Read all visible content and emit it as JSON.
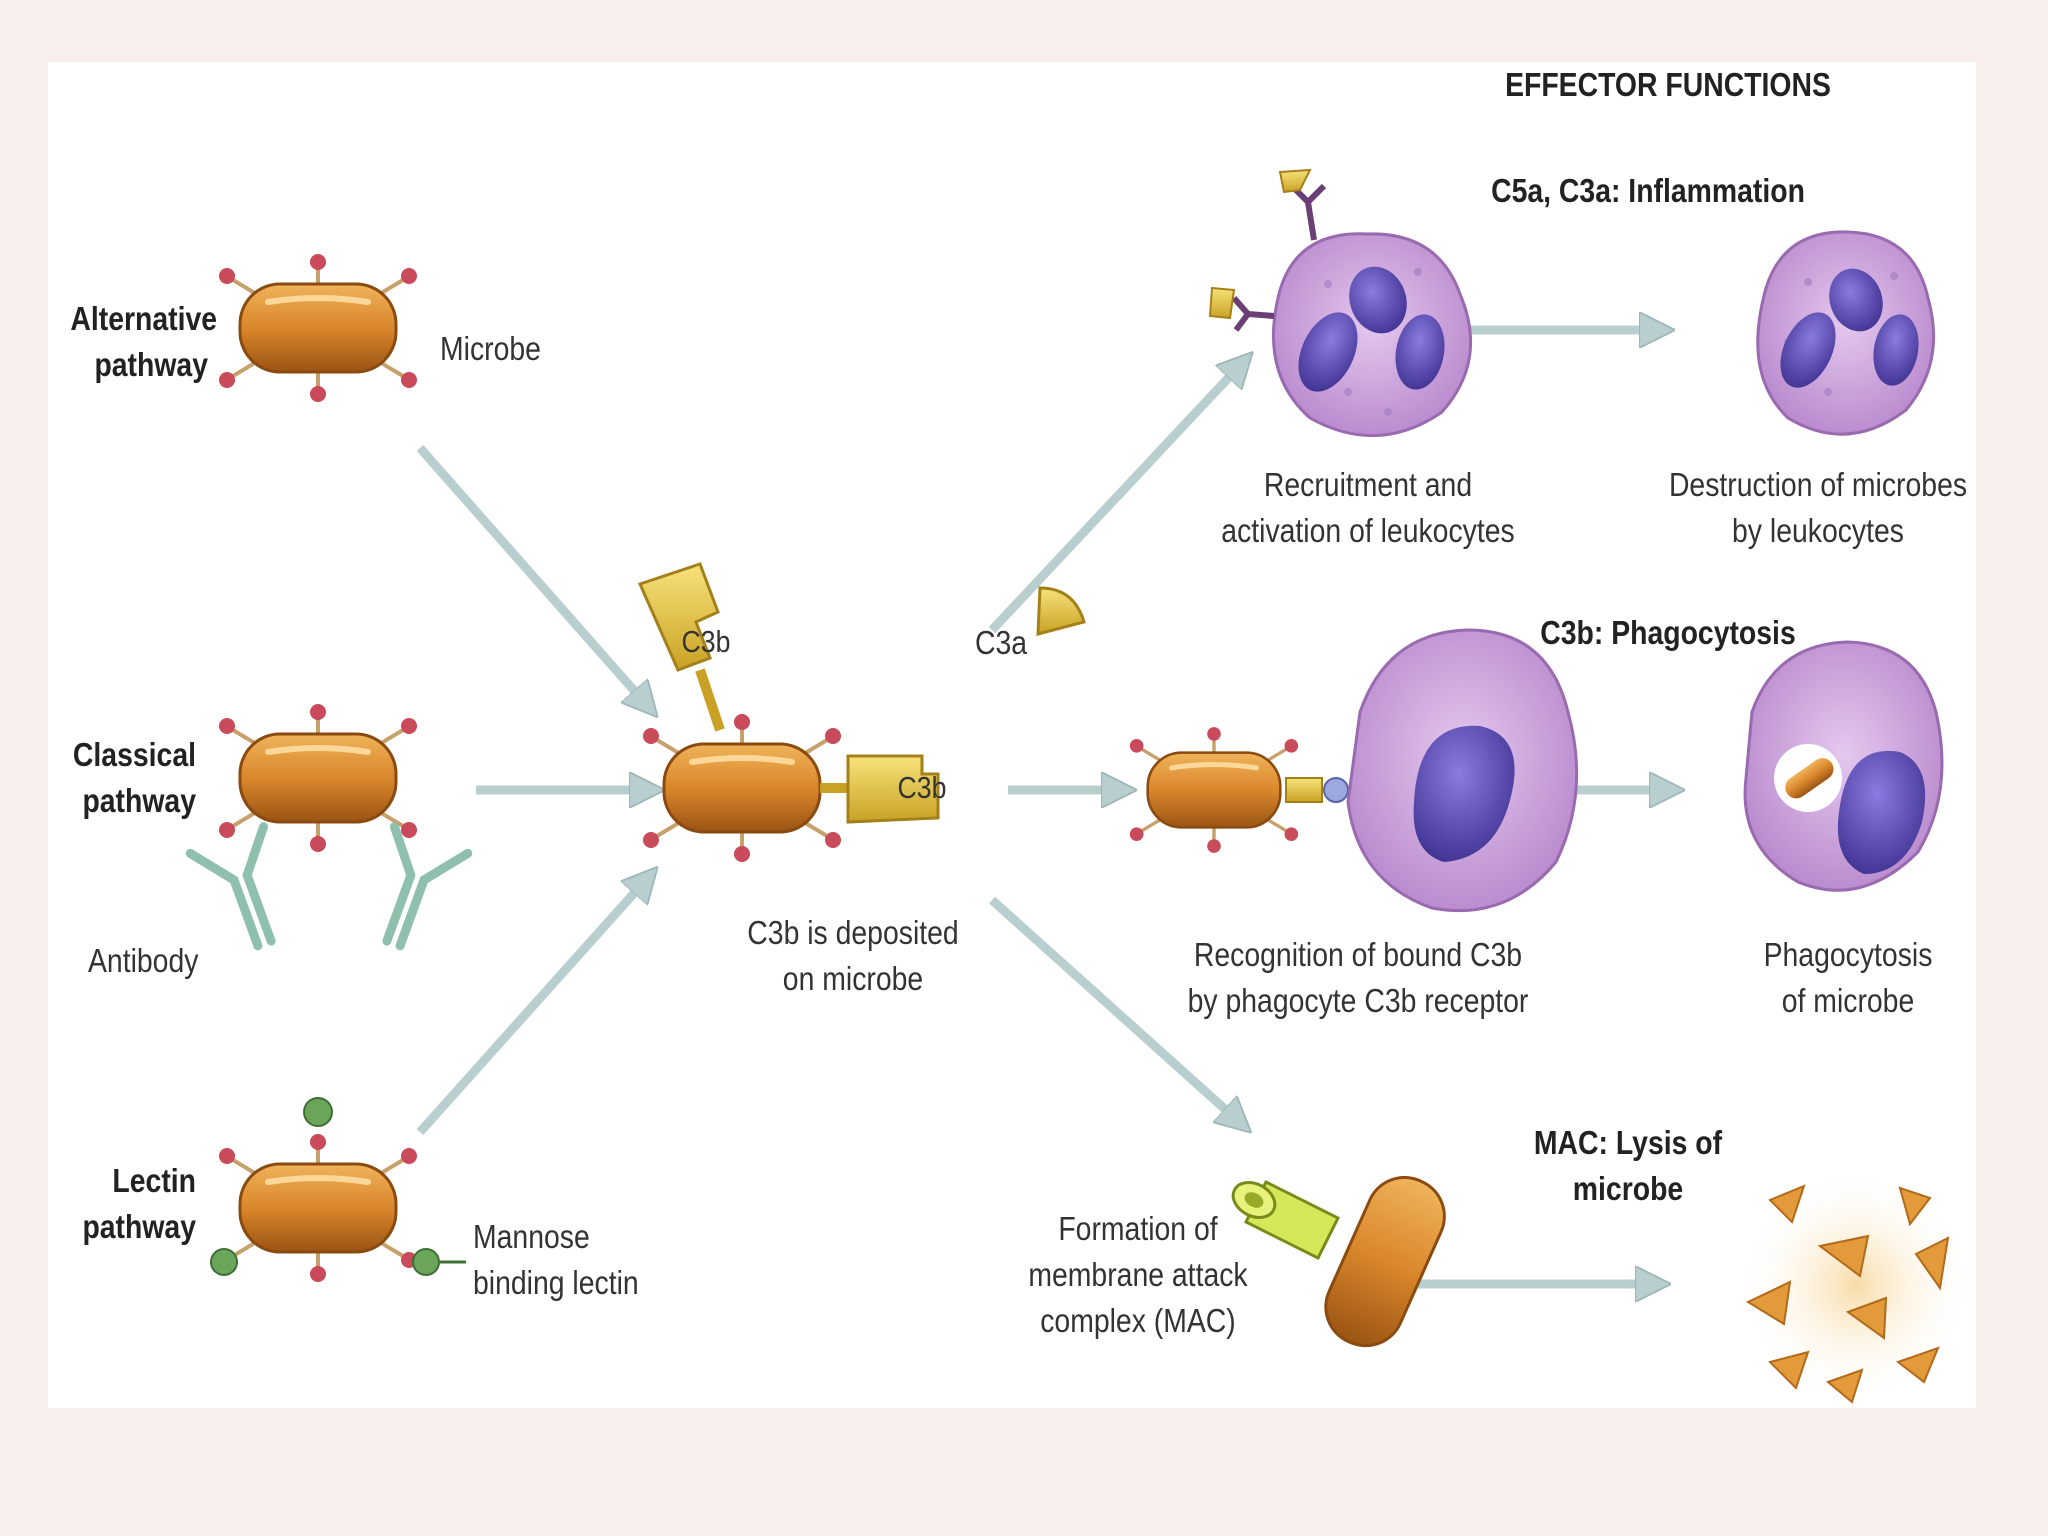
{
  "header": {
    "title": "EFFECTOR FUNCTIONS"
  },
  "pathways": {
    "alternative": [
      "Alternative",
      "pathway"
    ],
    "classical": [
      "Classical",
      "pathway"
    ],
    "lectin": [
      "Lectin",
      "pathway"
    ]
  },
  "labels": {
    "microbe": "Microbe",
    "antibody": "Antibody",
    "mannose": [
      "Mannose",
      "binding lectin"
    ],
    "c3b_top": "C3b",
    "c3b_side": "C3b",
    "c3a": "C3a",
    "deposited": [
      "C3b is deposited",
      "on microbe"
    ],
    "recruitment": [
      "Recruitment and",
      "activation of leukocytes"
    ],
    "destruction": [
      "Destruction of microbes",
      "by leukocytes"
    ],
    "recognition": [
      "Recognition of bound C3b",
      "by phagocyte C3b receptor"
    ],
    "phagocytosis_of": [
      "Phagocytosis",
      "of microbe"
    ],
    "mac_formation": [
      "Formation of",
      "membrane attack",
      "complex (MAC)"
    ]
  },
  "functions": {
    "inflammation": "C5a, C3a: Inflammation",
    "phagocytosis": "C3b: Phagocytosis",
    "lysis": [
      "MAC: Lysis of",
      "microbe"
    ]
  },
  "colors": {
    "microbe": "#d9872a",
    "c3b": "#e8c43c",
    "leukocyte": "#c9a0d6",
    "nucleus": "#5b4aa8",
    "arrow": "#b9cfcf"
  }
}
